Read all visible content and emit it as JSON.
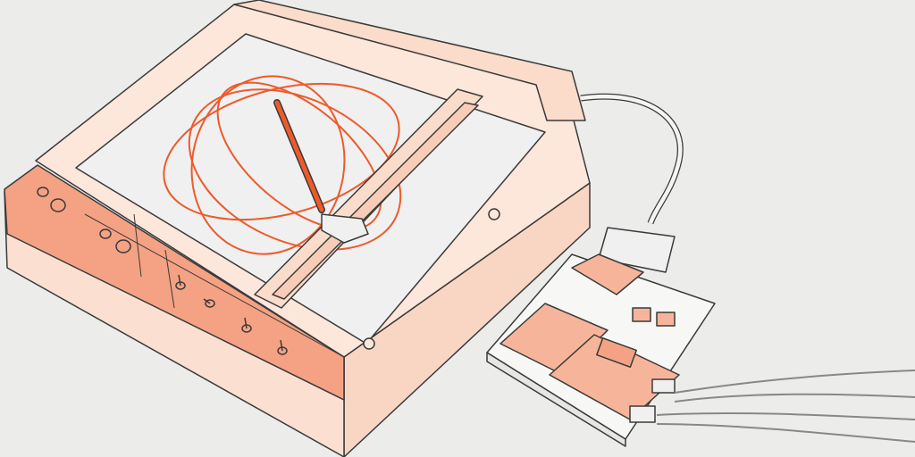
{
  "colors": {
    "background": "#ecedea",
    "body_light": "#fde6da",
    "body_side": "#f9d6c4",
    "panel": "#f4a283",
    "paper": "#f0f0f0",
    "plot_stroke": "#ee5a2a",
    "outline": "#3a3a3a",
    "board": "#f7f7f5",
    "pcb": "#f6b59a"
  },
  "icons": [
    "pen-plotter",
    "pen",
    "gantry",
    "control-knob",
    "toggle-switch",
    "cable",
    "db25-connector",
    "controller-board",
    "usb-port",
    "wires"
  ]
}
